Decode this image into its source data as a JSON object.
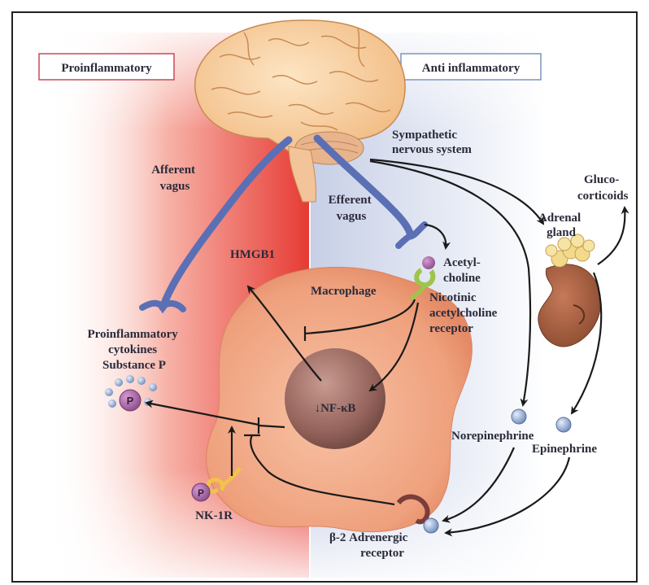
{
  "headers": {
    "proinflammatory": "Proinflammatory",
    "anti_inflammatory": "Anti  inflammatory"
  },
  "labels": {
    "afferent_vagus": [
      "Afferent",
      "vagus"
    ],
    "efferent_vagus": [
      "Efferent",
      "vagus"
    ],
    "sympathetic": [
      "Sympathetic",
      "nervous system"
    ],
    "glucocorticoids": [
      "Gluco-",
      "corticoids"
    ],
    "adrenal_gland": [
      "Adrenal",
      "gland"
    ],
    "hmgb1": "HMGB1",
    "macrophage": "Macrophage",
    "acetylcholine": [
      "Acetyl-",
      "choline"
    ],
    "nicotinic_receptor": [
      "Nicotinic",
      "acetylcholine",
      "receptor"
    ],
    "cytokines": [
      "Proinflammatory",
      "cytokines",
      "Substance P"
    ],
    "nf_kb": "↓NF-κB",
    "norepinephrine": "Norepinephrine",
    "epinephrine": "Epinephrine",
    "nk1r": "NK-1R",
    "b2_receptor": [
      "β-2 Adrenergic",
      "receptor"
    ],
    "p_symbol": "P"
  },
  "colors": {
    "pro_red": "#e8453c",
    "anti_blue": "#cfd6ea",
    "nerve_blue": "#5b6fb5",
    "macrophage": "#f0a884",
    "nucleus": "#9a6b64",
    "arrow": "#1a1a1a"
  }
}
